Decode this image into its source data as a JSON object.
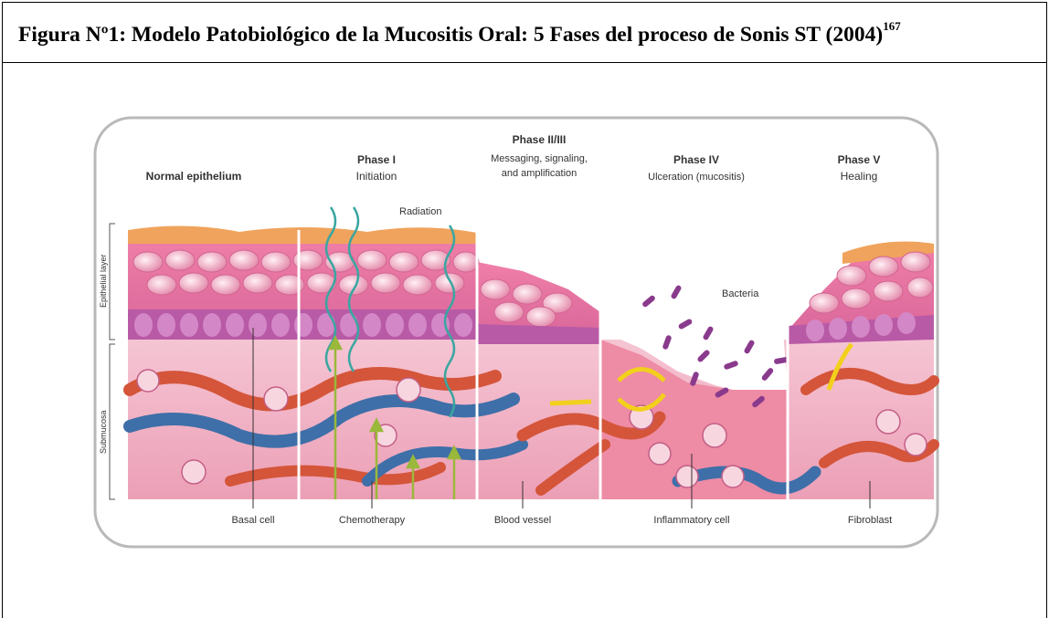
{
  "title": {
    "text": "Figura Nº1: Modelo Patobiológico de la Mucositis Oral: 5 Fases del proceso de Sonis ST (2004)",
    "superscript": "167"
  },
  "figure": {
    "phases": [
      {
        "name": "Normal epithelium",
        "subtitle": ""
      },
      {
        "name": "Phase I",
        "subtitle": "Initiation"
      },
      {
        "name": "Phase II/III",
        "subtitle": "Messaging, signaling,",
        "subtitle2": "and amplification"
      },
      {
        "name": "Phase IV",
        "subtitle": "Ulceration (mucositis)"
      },
      {
        "name": "Phase V",
        "subtitle": "Healing"
      }
    ],
    "side_labels": {
      "epithelial": "Epithelial layer",
      "submucosa": "Submucosa"
    },
    "annotations": {
      "radiation": "Radiation",
      "bacteria": "Bacteria"
    },
    "bottom_labels": [
      "Basal cell",
      "Chemotherapy",
      "Blood vessel",
      "Inflammatory cell",
      "Fibroblast"
    ],
    "colors": {
      "submucosa": "#f2b8c6",
      "epithelium": "#e07aa6",
      "basal": "#b24a9a",
      "vessel_red": "#d4553a",
      "vessel_blue": "#3e6fa8",
      "arrow_yellow": "#f2d01c",
      "radiation": "#3aa6a0"
    }
  }
}
